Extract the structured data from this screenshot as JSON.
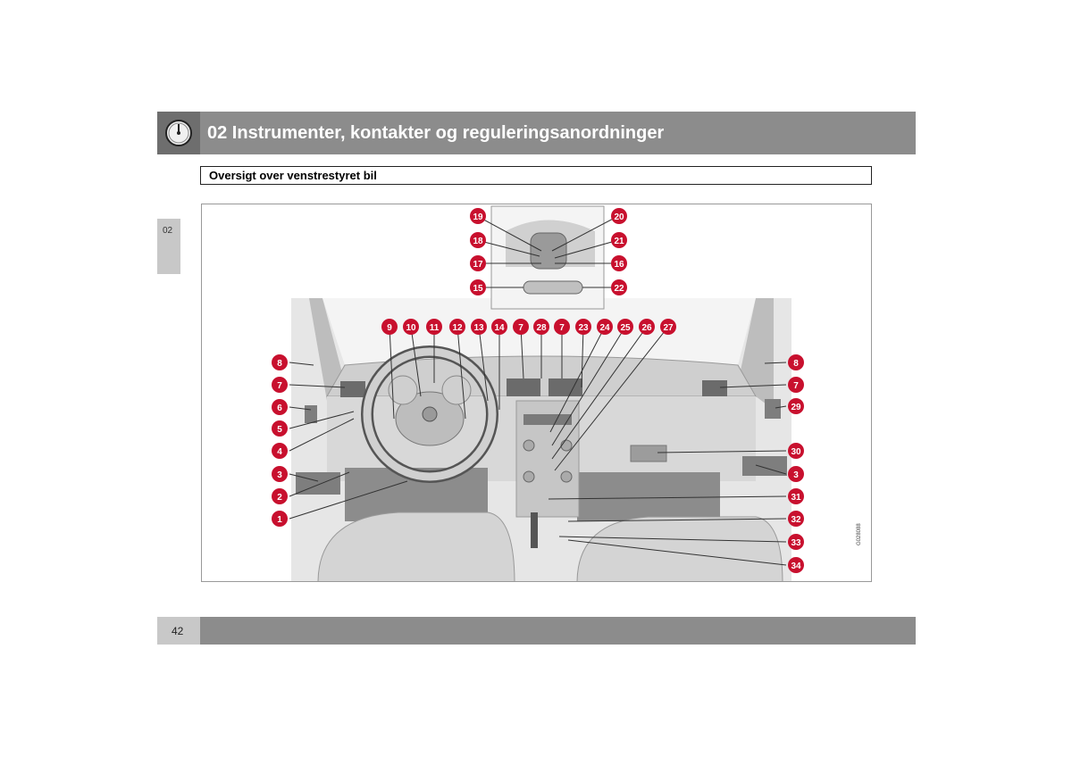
{
  "header": {
    "title": "02 Instrumenter, kontakter og reguleringsanordninger"
  },
  "section": {
    "title": "Oversigt over venstrestyret bil"
  },
  "side_tab": {
    "label": "02"
  },
  "page_number": "42",
  "figure": {
    "code": "G028088"
  },
  "colors": {
    "callout": "#c8102e",
    "header": "#8c8c8c",
    "tab": "#c8c8c8"
  },
  "callouts": [
    "19",
    "20",
    "18",
    "21",
    "17",
    "16",
    "15",
    "22",
    "9",
    "10",
    "11",
    "12",
    "13",
    "14",
    "7",
    "28",
    "7",
    "23",
    "24",
    "25",
    "26",
    "27",
    "8",
    "7",
    "6",
    "5",
    "4",
    "3",
    "2",
    "1",
    "8",
    "7",
    "29",
    "30",
    "3",
    "31",
    "32",
    "33",
    "34"
  ]
}
